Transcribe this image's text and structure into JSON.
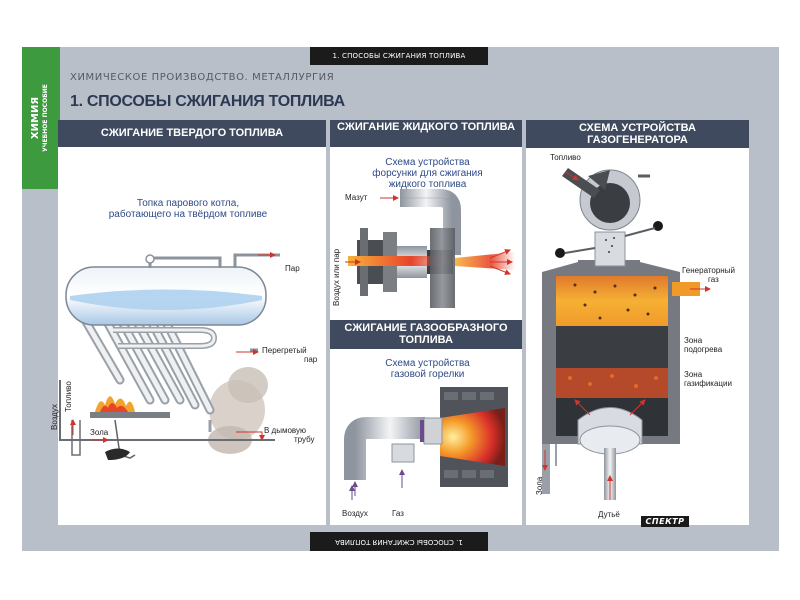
{
  "header": {
    "tab_top": "1. СПОСОБЫ СЖИГАНИЯ ТОПЛИВА",
    "tab_bottom": "1. СПОСОБЫ СЖИГАНИЯ ТОПЛИВА",
    "subject": "ХИМИЯ",
    "subject_sub": "УЧЕБНОЕ ПОСОБИЕ",
    "supertitle": "ХИМИЧЕСКОЕ ПРОИЗВОДСТВО. МЕТАЛЛУРГИЯ",
    "title": "1. СПОСОБЫ СЖИГАНИЯ ТОПЛИВА"
  },
  "solid": {
    "heading": "СЖИГАНИЕ ТВЕРДОГО ТОПЛИВА",
    "caption_line1": "Топка парового котла,",
    "caption_line2": "работающего на твёрдом топливе",
    "labels": {
      "steam": "Пар",
      "superheated_line1": "Перегретый",
      "superheated_line2": "пар",
      "chimney_line1": "В дымовую",
      "chimney_line2": "трубу",
      "ash": "Зола",
      "air": "Воздух",
      "fuel": "Топливо"
    }
  },
  "liquid": {
    "heading": "СЖИГАНИЕ ЖИДКОГО ТОПЛИВА",
    "caption_line1": "Схема устройства",
    "caption_line2": "форсунки для сжигания",
    "caption_line3": "жидкого топлива",
    "labels": {
      "mazut": "Мазут",
      "air_or_steam": "Воздух или пар"
    }
  },
  "gas": {
    "heading_line1": "СЖИГАНИЕ ГАЗООБРАЗНОГО",
    "heading_line2": "ТОПЛИВА",
    "caption_line1": "Схема устройства",
    "caption_line2": "газовой горелки",
    "labels": {
      "air": "Воздух",
      "gas": "Газ"
    }
  },
  "generator": {
    "heading_line1": "СХЕМА УСТРОЙСТВА",
    "heading_line2": "ГАЗОГЕНЕРАТОРА",
    "labels": {
      "fuel": "Топливо",
      "gen_gas_line1": "Генераторный",
      "gen_gas_line2": "газ",
      "heating_line1": "Зона",
      "heating_line2": "подогрева",
      "gasification_line1": "Зона",
      "gasification_line2": "газификации",
      "ash": "Зола",
      "blast": "Дутьё"
    }
  },
  "footer": {
    "logo": "СПЕКТР"
  },
  "colors": {
    "band": "#3f4a5e",
    "green": "#3e9a3f",
    "poster_bg": "#b9bfc9",
    "caption": "#2e4a86",
    "arrow": "#d0342c"
  }
}
